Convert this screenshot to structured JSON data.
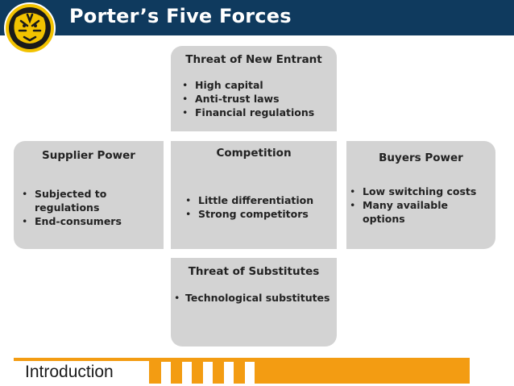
{
  "header": {
    "title": "Porter’s Five Forces",
    "brand_color": "#0f3a5e",
    "logo_icon": "tiger-head-logo"
  },
  "forces": {
    "new_entrant": {
      "title": "Threat of New Entrant",
      "items": [
        "High capital",
        "Anti-trust laws",
        "Financial regulations"
      ]
    },
    "supplier": {
      "title": "Supplier Power",
      "items": [
        "Subjected to regulations",
        "End-consumers"
      ]
    },
    "competition": {
      "title": "Competition",
      "items": [
        "Little differentiation",
        "Strong competitors"
      ]
    },
    "buyers": {
      "title": "Buyers Power",
      "items": [
        "Low switching costs",
        "Many available options"
      ]
    },
    "substitutes": {
      "title": "Threat of Substitutes",
      "items": [
        "Technological substitutes"
      ]
    }
  },
  "footer": {
    "label": "Introduction",
    "accent_color": "#f39c12"
  }
}
